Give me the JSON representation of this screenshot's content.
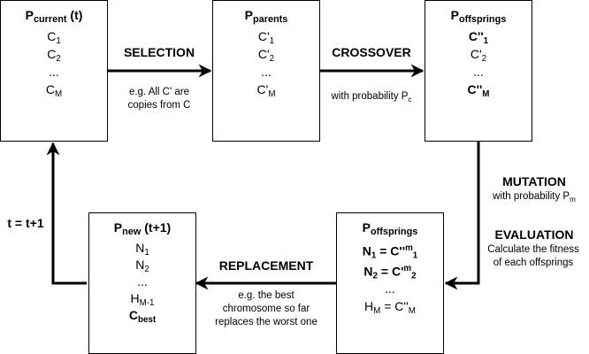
{
  "boxes": {
    "current": {
      "title_base": "P",
      "title_sub": "current",
      "title_suffix": " (t)",
      "items": [
        {
          "base": "C",
          "sub": "1"
        },
        {
          "base": "C",
          "sub": "2"
        },
        {
          "text": "..."
        },
        {
          "base": "C",
          "sub": "M"
        }
      ]
    },
    "parents": {
      "title_base": "P",
      "title_sub": "parents",
      "items": [
        {
          "base": "C'",
          "sub": "1"
        },
        {
          "base": "C'",
          "sub": "2"
        },
        {
          "text": "..."
        },
        {
          "base": "C'",
          "sub": "M"
        }
      ]
    },
    "offsprings_top": {
      "title_base": "P",
      "title_sub": "offsprings",
      "items": [
        {
          "base": "C''",
          "sub": "1",
          "bold": true
        },
        {
          "base": "C'",
          "sub": "2"
        },
        {
          "text": "..."
        },
        {
          "base": "C''",
          "sub": "M",
          "bold": true
        }
      ]
    },
    "offsprings_bottom": {
      "title_base": "P",
      "title_sub": "offsprings",
      "items": [
        {
          "base": "N",
          "sub": "1",
          "mid": " = C''",
          "sup_sub": "m",
          "tail_sub": "1",
          "bold": true
        },
        {
          "base": "N",
          "sub": "2",
          "mid": " = C'",
          "sup_sub": "m",
          "tail_sub": "2",
          "bold": true
        },
        {
          "text": "..."
        },
        {
          "base": "H",
          "sub": "M",
          "mid": " = C''",
          "tail_sub": "M"
        }
      ]
    },
    "new": {
      "title_base": "P",
      "title_sub": "new",
      "title_suffix": " (t+1)",
      "items": [
        {
          "base": "N",
          "sub": "1"
        },
        {
          "base": "N",
          "sub": "2"
        },
        {
          "text": "..."
        },
        {
          "base": "H",
          "sub": "M-1"
        },
        {
          "base": "C",
          "sub": "best",
          "bold": true
        }
      ]
    }
  },
  "labels": {
    "selection": "SELECTION",
    "selection_note_1": "e.g. All C' are",
    "selection_note_2": "copies from C",
    "crossover": "CROSSOVER",
    "crossover_note_base": "with probability P",
    "crossover_note_sub": "c",
    "mutation": "MUTATION",
    "mutation_note_base": "with probability P",
    "mutation_note_sub": "m",
    "evaluation": "EVALUATION",
    "evaluation_note_1": "Calculate the fitness",
    "evaluation_note_2": "of each offsprings",
    "replacement": "REPLACEMENT",
    "replacement_note_1": "e.g. the best",
    "replacement_note_2": "chromosome so far",
    "replacement_note_3": "replaces the worst one",
    "loop": "t = t+1"
  }
}
